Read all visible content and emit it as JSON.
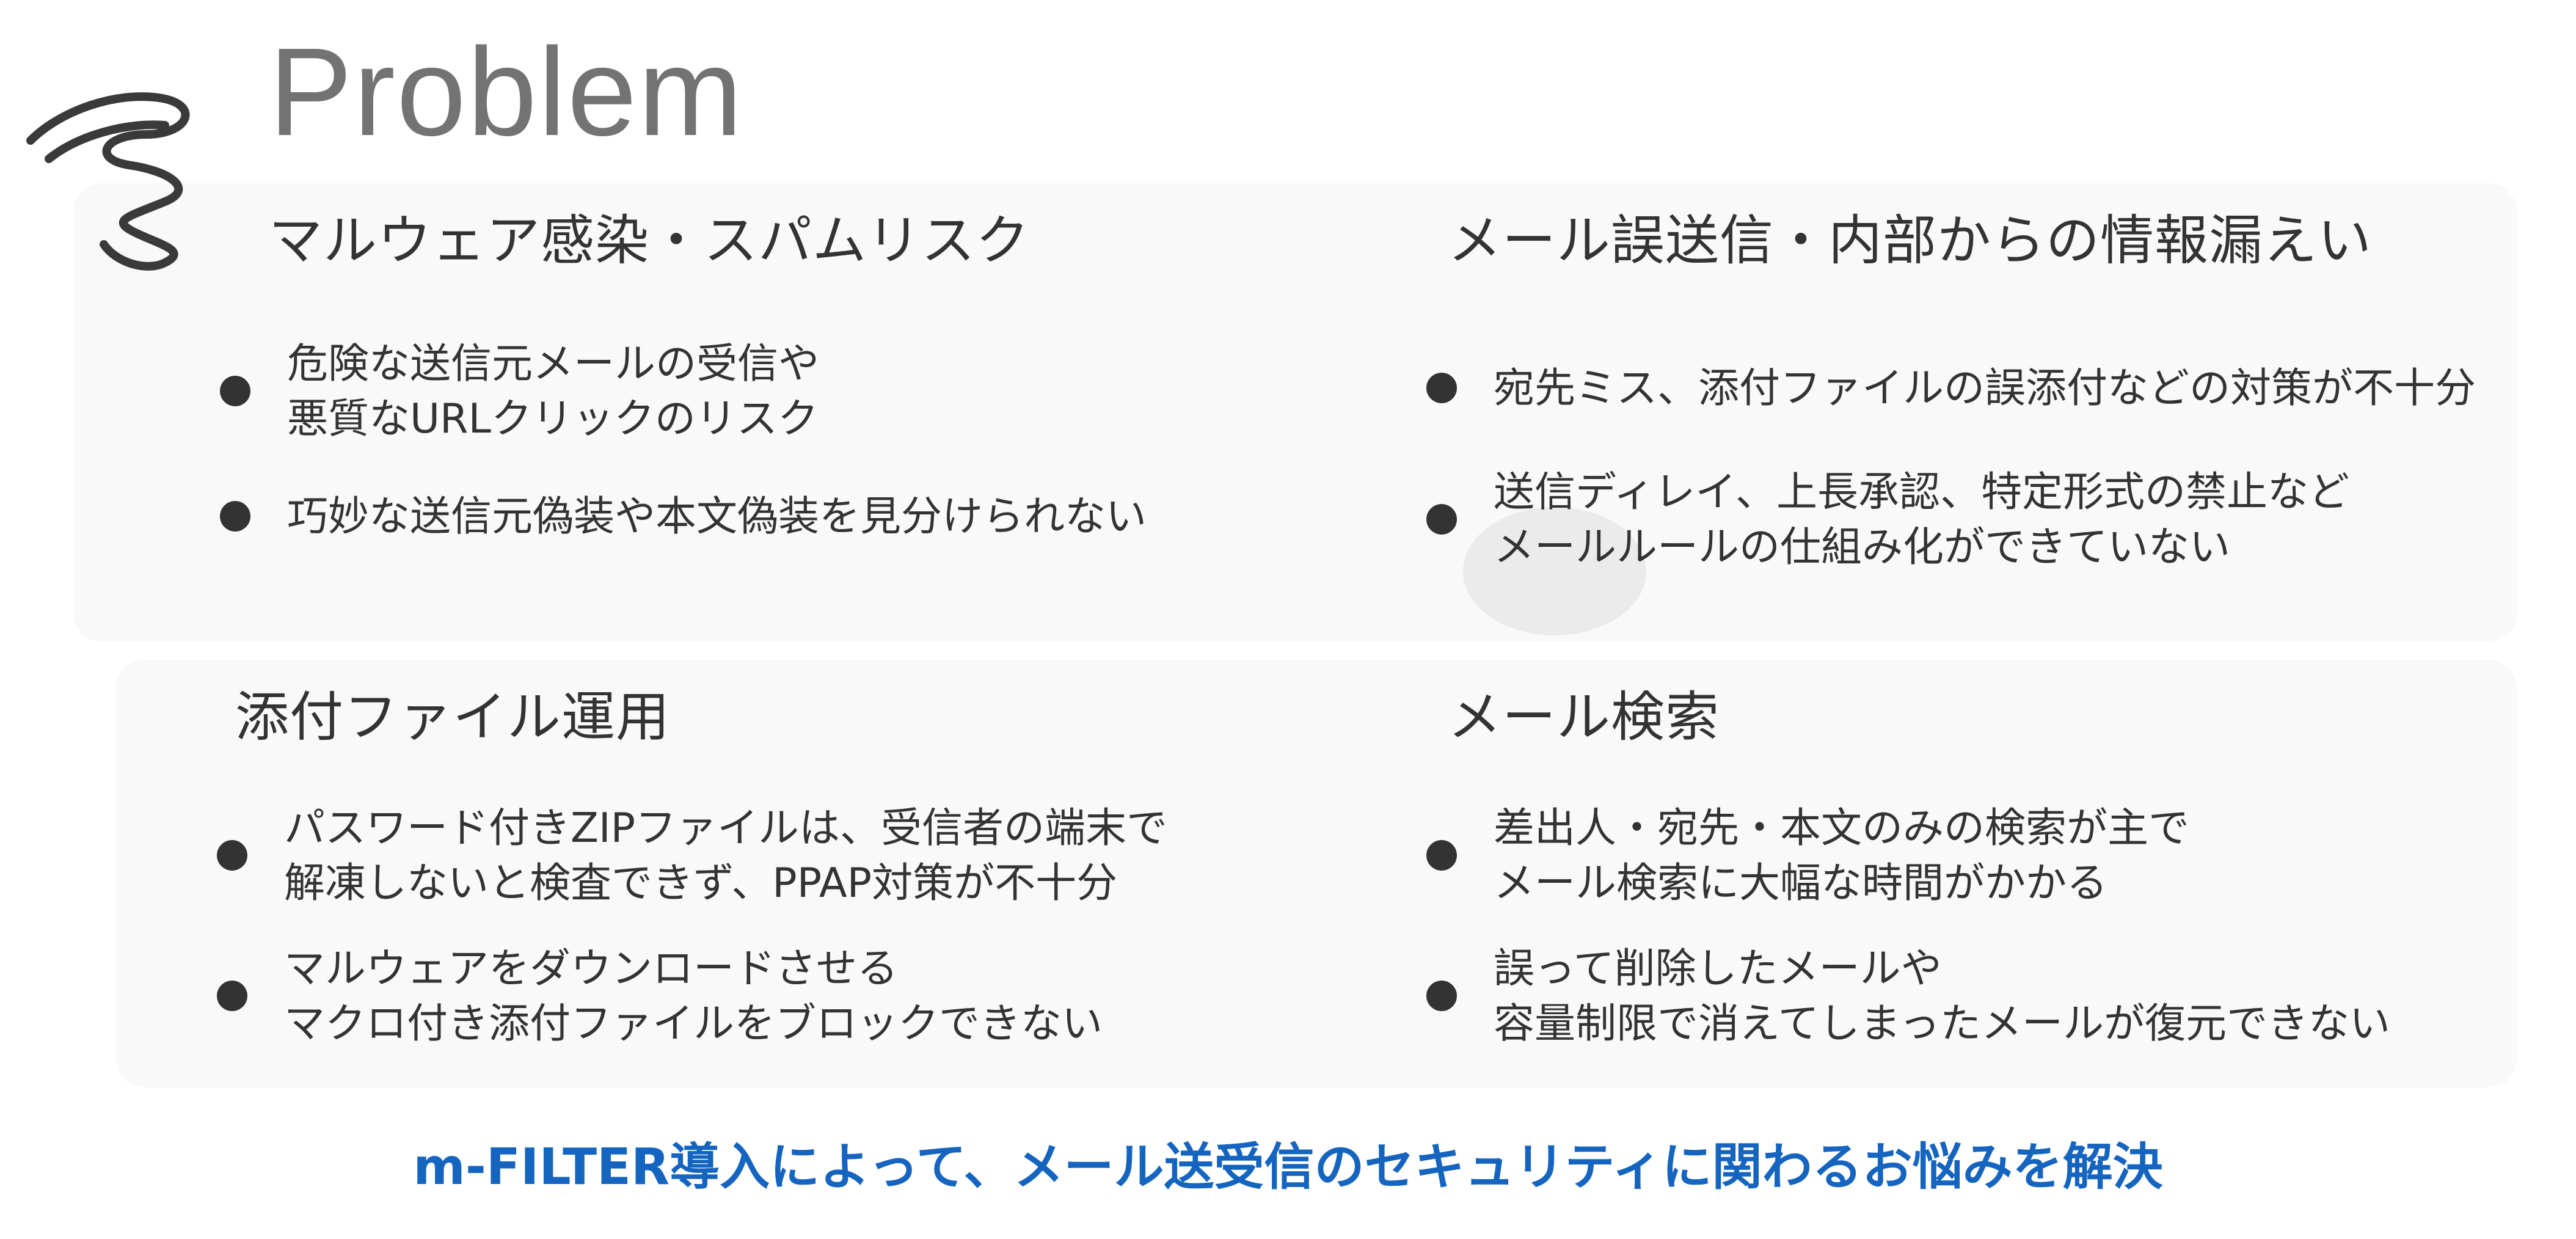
{
  "header": {
    "title": "Problem",
    "icon": "swirl-icon"
  },
  "sections": [
    {
      "title": "マルウェア感染・スパムリスク",
      "items": [
        {
          "lines": [
            "危険な送信元メールの受信や",
            "悪質なURLクリックのリスク"
          ]
        },
        {
          "lines": [
            "巧妙な送信元偽装や本文偽装を見分けられない"
          ]
        }
      ]
    },
    {
      "title": "メール誤送信・内部からの情報漏えい",
      "items": [
        {
          "lines": [
            "宛先ミス、添付ファイルの誤添付などの対策が不十分"
          ]
        },
        {
          "lines": [
            "送信ディレイ、上長承認、特定形式の禁止など",
            "メールルールの仕組み化ができていない"
          ]
        }
      ]
    },
    {
      "title": "添付ファイル運用",
      "items": [
        {
          "lines": [
            "パスワード付きZIPファイルは、受信者の端末で",
            "解凍しないと検査できず、PPAP対策が不十分"
          ]
        },
        {
          "lines": [
            "マルウェアをダウンロードさせる",
            "マクロ付き添付ファイルをブロックできない"
          ]
        }
      ]
    },
    {
      "title": "メール検索",
      "items": [
        {
          "lines": [
            "差出人・宛先・本文のみの検索が主で",
            "メール検索に大幅な時間がかかる"
          ]
        },
        {
          "lines": [
            "誤って削除したメールや",
            "容量制限で消えてしまったメールが復元できない"
          ]
        }
      ]
    }
  ],
  "footer": {
    "text": "m-FILTER導入によって、メール送受信のセキュリティに関わるお悩みを解決"
  },
  "colors": {
    "title": "#737373",
    "text": "#333333",
    "footer": "#1565c0",
    "panel": "#f9f9f9"
  }
}
